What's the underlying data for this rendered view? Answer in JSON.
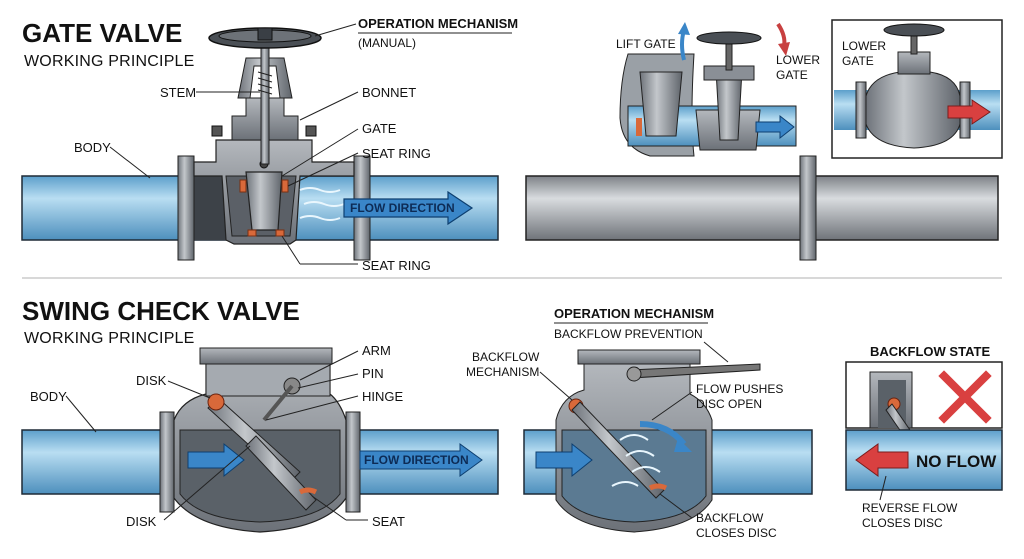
{
  "gate": {
    "title": "GATE VALVE",
    "subtitle": "WORKING PRINCIPLE",
    "operation_title": "OPERATION MECHANISM",
    "operation_sub": "(MANUAL)",
    "labels": {
      "stem": "STEM",
      "bonnet": "BONNET",
      "body": "BODY",
      "gate": "GATE",
      "seat_ring_top": "SEAT RING",
      "seat_ring_bottom": "SEAT RING",
      "flow": "FLOW DIRECTION",
      "lift_gate": "LIFT GATE",
      "lower_gate_1": "LOWER",
      "lower_gate_2": "GATE",
      "lower_gate_box_1": "LOWER",
      "lower_gate_box_2": "GATE"
    }
  },
  "swing": {
    "title": "SWING CHECK VALVE",
    "subtitle": "WORKING PRINCIPLE",
    "labels": {
      "body": "BODY",
      "disk_top": "DISK",
      "disk_bottom": "DISK",
      "arm": "ARM",
      "pin": "PIN",
      "hinge": "HINGE",
      "seat": "SEAT",
      "flow": "FLOW DIRECTION"
    },
    "operation_title": "OPERATION MECHANISM",
    "operation_sub": "BACKFLOW PREVENTION",
    "mech_1": "BACKFLOW",
    "mech_2": "MECHANISM",
    "push_1": "FLOW PUSHES",
    "push_2": "DISC OPEN",
    "closes_1": "BACKFLOW",
    "closes_2": "CLOSES DISC",
    "state_title": "BACKFLOW STATE",
    "no_flow": "NO FLOW",
    "reverse_1": "REVERSE FLOW",
    "reverse_2": "CLOSES DISC"
  },
  "colors": {
    "pipe_blue": "#8fc6e6",
    "arrow_blue": "#3a86c8",
    "metal": "#8a8f96",
    "seat_orange": "#d9693a",
    "reverse_red": "#d94040"
  }
}
